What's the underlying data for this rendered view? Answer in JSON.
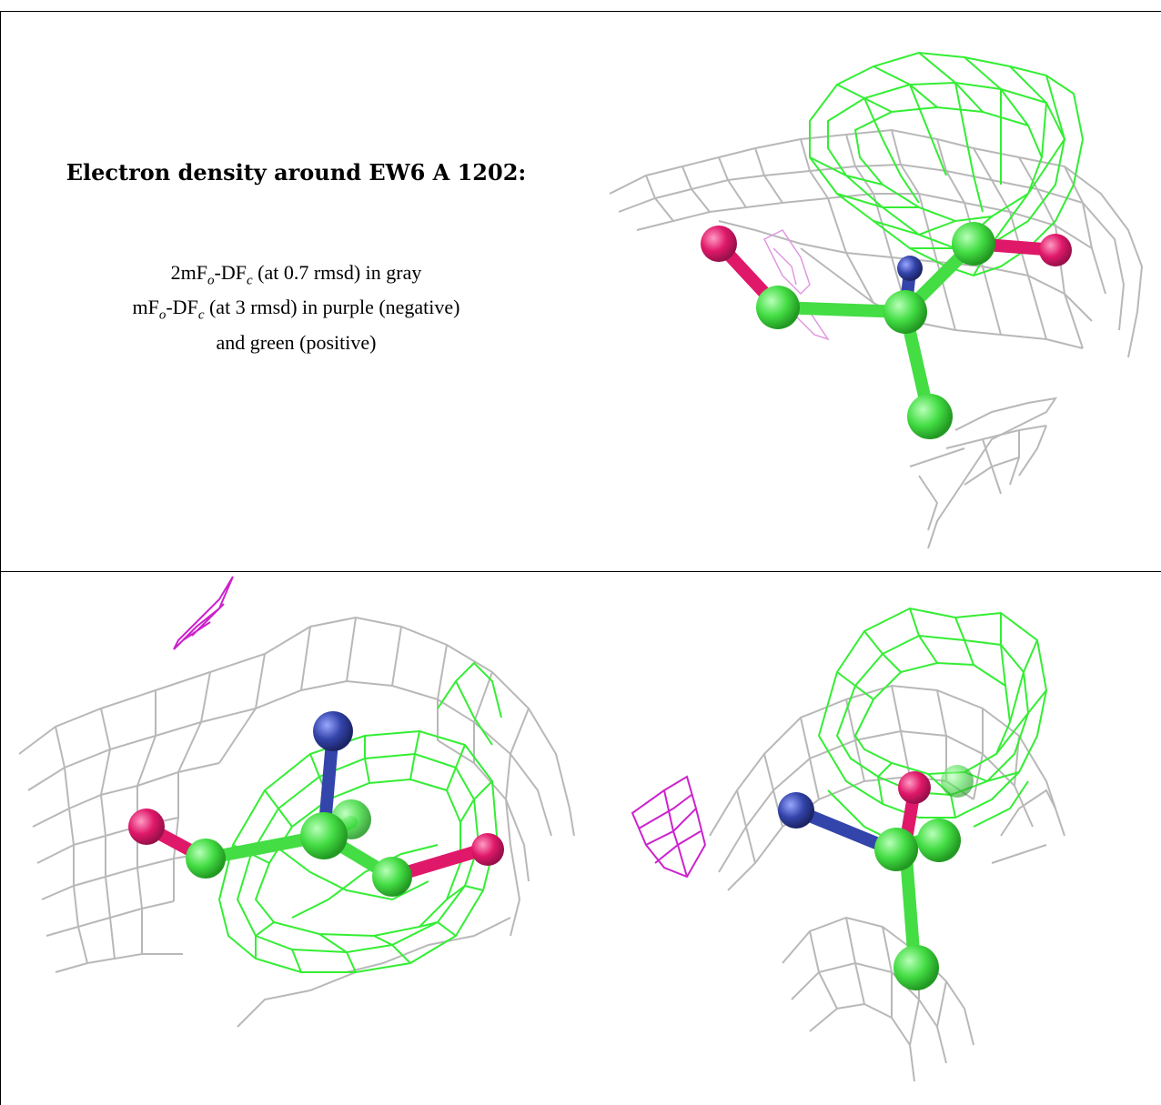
{
  "caption": {
    "title": "Electron density around EW6 A 1202:",
    "line1_prefix": "2mF",
    "line1_sub1": "o",
    "line1_mid": "-DF",
    "line1_sub2": "c",
    "line1_suffix": " (at 0.7 rmsd) in gray",
    "line2_prefix": "mF",
    "line2_sub1": "o",
    "line2_mid": "-DF",
    "line2_sub2": "c",
    "line2_suffix": " (at 3 rmsd) in purple (negative)",
    "line3": "and green (positive)"
  },
  "colors": {
    "gray_mesh": "#b8b8b8",
    "green_mesh": "#33ee33",
    "purple_mesh": "#cc22cc",
    "carbon": "#44dd44",
    "oxygen": "#e0186a",
    "nitrogen": "#3344aa"
  }
}
